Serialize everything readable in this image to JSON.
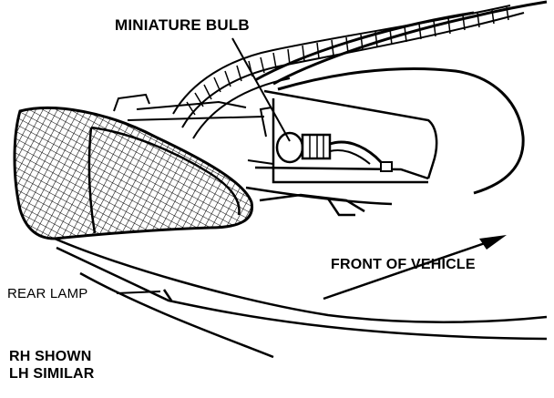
{
  "figure": {
    "labels": {
      "miniature_bulb": "MINIATURE BULB",
      "front_of_vehicle": "FRONT OF VEHICLE",
      "rear_lamp": "REAR LAMP",
      "note_line1": "RH SHOWN",
      "note_line2": "LH SIMILAR"
    },
    "colors": {
      "ink": "#000000",
      "paper": "#ffffff"
    }
  }
}
